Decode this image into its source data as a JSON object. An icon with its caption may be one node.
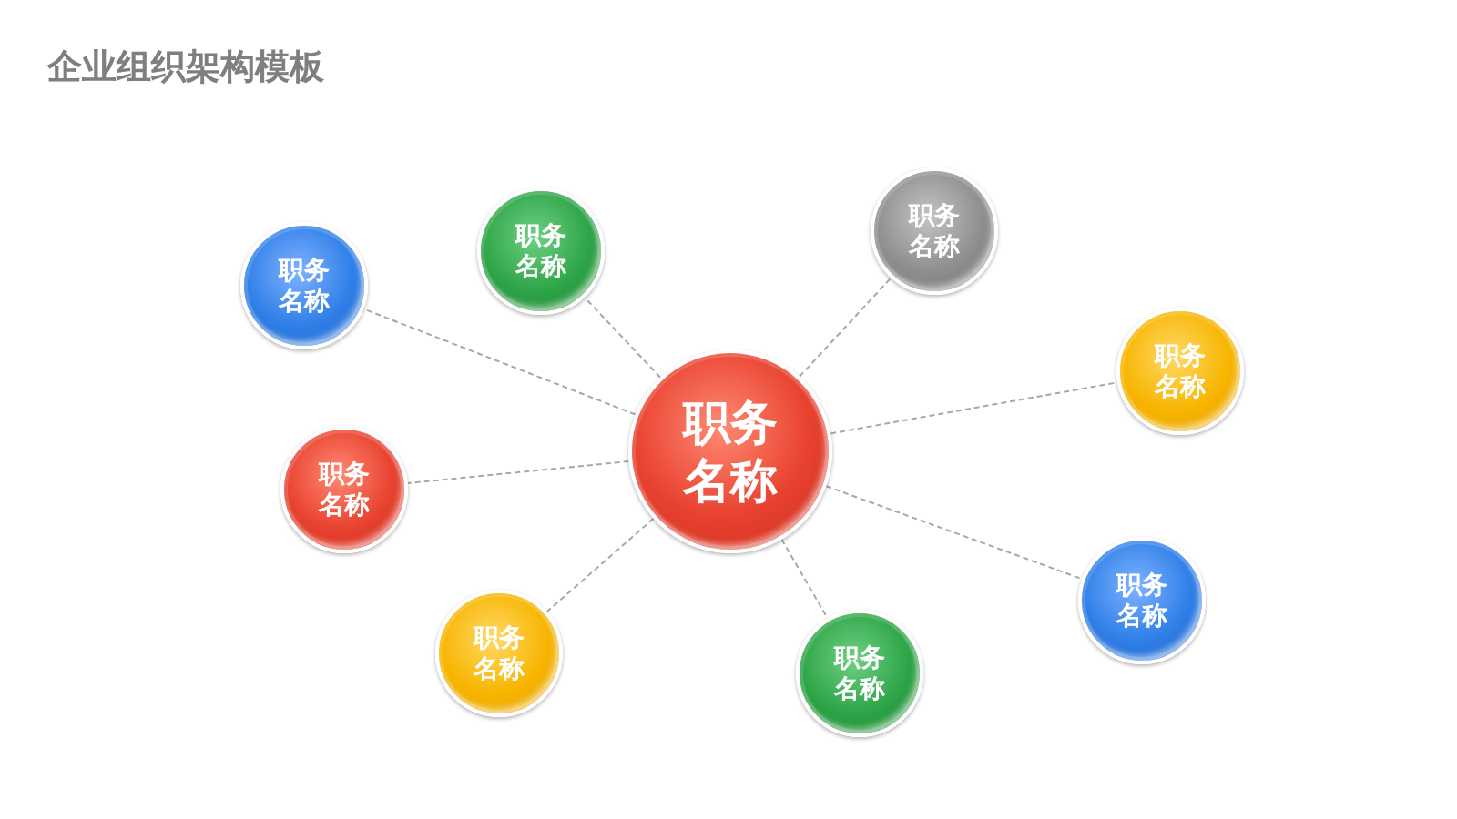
{
  "diagram": {
    "title": "企业组织架构模板",
    "nodes": [
      {
        "text": [
          "职务名称"
        ]
      },
      {
        "text": [
          "职务名称"
        ]
      },
      {
        "text": [
          "职务名称"
        ]
      },
      {
        "text": [
          "职务名称"
        ]
      },
      {
        "text": [
          "职务名称"
        ]
      },
      {
        "text": [
          "职务名称"
        ]
      },
      {
        "text": [
          "职务名称"
        ]
      },
      {
        "text": [
          "职务名称"
        ]
      },
      {
        "text": [
          "职务名称"
        ]
      }
    ],
    "edges": [
      {
        "from": 0,
        "to": 1,
        "arrow": "none",
        "style": "dashed"
      },
      {
        "from": 0,
        "to": 2,
        "arrow": "none",
        "style": "dashed"
      },
      {
        "from": 0,
        "to": 3,
        "arrow": "none",
        "style": "dashed"
      },
      {
        "from": 0,
        "to": 4,
        "arrow": "none",
        "style": "dashed"
      },
      {
        "from": 0,
        "to": 5,
        "arrow": "none",
        "style": "dashed"
      },
      {
        "from": 0,
        "to": 6,
        "arrow": "none",
        "style": "dashed"
      },
      {
        "from": 0,
        "to": 7,
        "arrow": "none",
        "style": "dashed"
      },
      {
        "from": 0,
        "to": 8,
        "arrow": "none",
        "style": "dashed"
      }
    ]
  }
}
